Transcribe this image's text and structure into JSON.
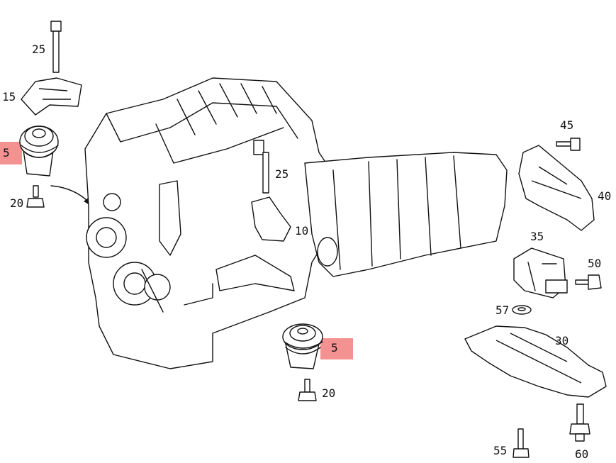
{
  "diagram": {
    "parts": [
      {
        "id": "part-25-top",
        "label": "25"
      },
      {
        "id": "part-15",
        "label": "15"
      },
      {
        "id": "part-5-left",
        "label": "5",
        "highlighted": true
      },
      {
        "id": "part-20-left",
        "label": "20"
      },
      {
        "id": "part-25-mid",
        "label": "25"
      },
      {
        "id": "part-10",
        "label": "10"
      },
      {
        "id": "part-45",
        "label": "45"
      },
      {
        "id": "part-40",
        "label": "40"
      },
      {
        "id": "part-35",
        "label": "35"
      },
      {
        "id": "part-50",
        "label": "50"
      },
      {
        "id": "part-57",
        "label": "57"
      },
      {
        "id": "part-30",
        "label": "30"
      },
      {
        "id": "part-5-right",
        "label": "5",
        "highlighted": true
      },
      {
        "id": "part-20-right",
        "label": "20"
      },
      {
        "id": "part-55",
        "label": "55"
      },
      {
        "id": "part-60",
        "label": "60"
      }
    ],
    "highlight_color": "#f07070"
  }
}
